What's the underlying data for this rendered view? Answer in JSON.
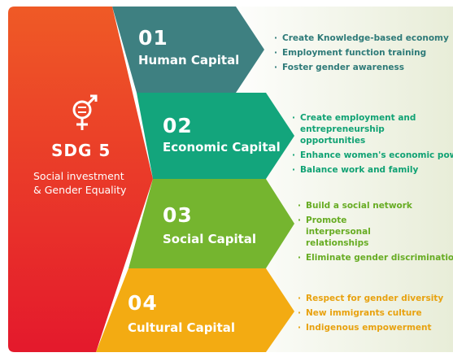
{
  "colors": {
    "sdg_top": "#ef5a26",
    "sdg_bottom": "#e4192c",
    "human": "#3e8081",
    "economic": "#13a57c",
    "social": "#75b52f",
    "cultural": "#f3ab12"
  },
  "center": {
    "icon": "gender-equality-icon",
    "title": "SDG 5",
    "subtitle_lines": [
      "Social investment",
      "& Gender Equality"
    ]
  },
  "capitals": [
    {
      "number": "01",
      "label": "Human Capital",
      "bullets": [
        "Create Knowledge-based economy",
        "Employment function training",
        "Foster gender awareness"
      ]
    },
    {
      "number": "02",
      "label": "Economic Capital",
      "bullets": [
        "Create employment and entrepreneurship opportunities",
        "Enhance women's economic power",
        "Balance work and family"
      ]
    },
    {
      "number": "03",
      "label": "Social Capital",
      "bullets": [
        "Build a social network",
        "Promote interpersonal relationships",
        "Eliminate gender discrimination"
      ]
    },
    {
      "number": "04",
      "label": "Cultural Capital",
      "bullets": [
        "Respect for gender diversity",
        "New immigrants culture",
        "Indigenous empowerment"
      ]
    }
  ]
}
